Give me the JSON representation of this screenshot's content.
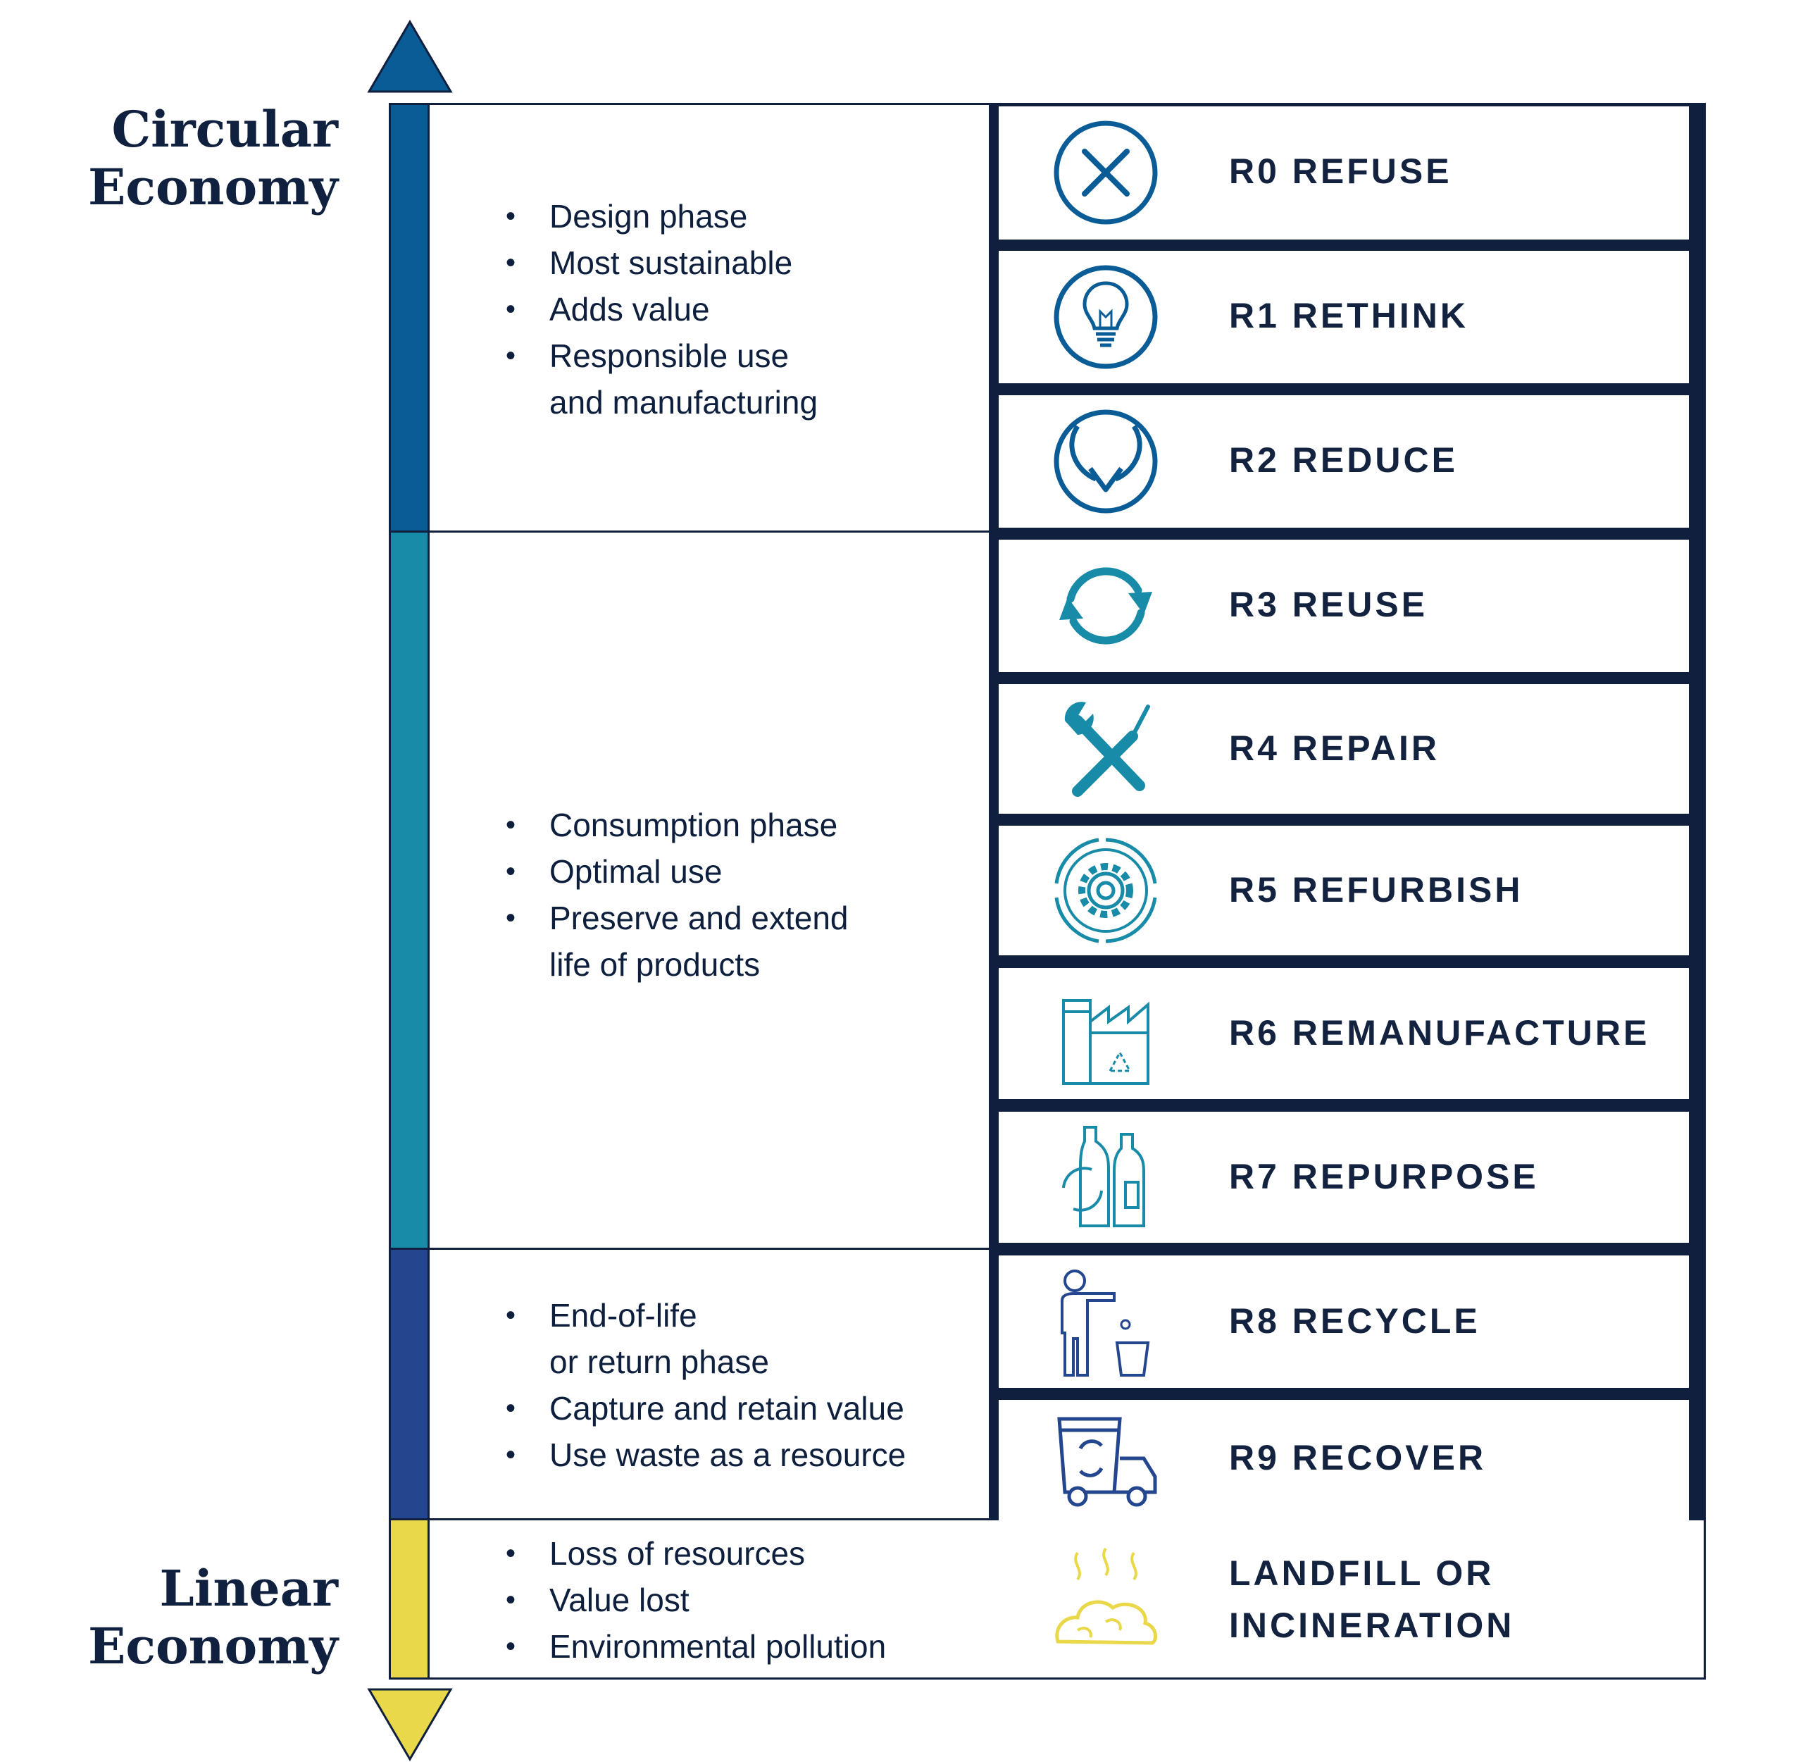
{
  "axis": {
    "top_label_line1": "Circular",
    "top_label_line2": "Economy",
    "bottom_label_line1": "Linear",
    "bottom_label_line2": "Economy"
  },
  "colors": {
    "design": "#0a5c96",
    "consumption": "#178ba8",
    "end_of_life": "#24468e",
    "linear": "#e8d84a",
    "dark": "#0f1f3d"
  },
  "phases": [
    {
      "points": [
        "Design phase",
        "Most sustainable",
        "Adds value",
        "Responsible use",
        "and manufacturing"
      ]
    },
    {
      "points": [
        "Consumption phase",
        "Optimal use",
        "Preserve and extend",
        "life of products"
      ]
    },
    {
      "points": [
        "End-of-life",
        "or return phase",
        "Capture and retain value",
        "Use waste as a resource"
      ]
    },
    {
      "points": [
        "Loss of resources",
        "Value lost",
        "Environmental pollution"
      ]
    }
  ],
  "rs": [
    {
      "label": "R0 REFUSE",
      "icon": "x-circle-icon"
    },
    {
      "label": "R1 RETHINK",
      "icon": "lightbulb-icon"
    },
    {
      "label": "R2 REDUCE",
      "icon": "down-arrows-icon"
    },
    {
      "label": "R3 REUSE",
      "icon": "cycle-arrows-icon"
    },
    {
      "label": "R4 REPAIR",
      "icon": "wrench-screwdriver-icon"
    },
    {
      "label": "R5 REFURBISH",
      "icon": "gear-cycle-icon"
    },
    {
      "label": "R6 REMANUFACTURE",
      "icon": "factory-recycle-icon"
    },
    {
      "label": "R7 REPURPOSE",
      "icon": "bottles-icon"
    },
    {
      "label": "R8 RECYCLE",
      "icon": "person-bin-icon"
    },
    {
      "label": "R9 RECOVER",
      "icon": "recycle-truck-icon"
    }
  ],
  "landfill": {
    "line1": "LANDFILL OR",
    "line2": "INCINERATION",
    "icon": "waste-pile-icon"
  }
}
